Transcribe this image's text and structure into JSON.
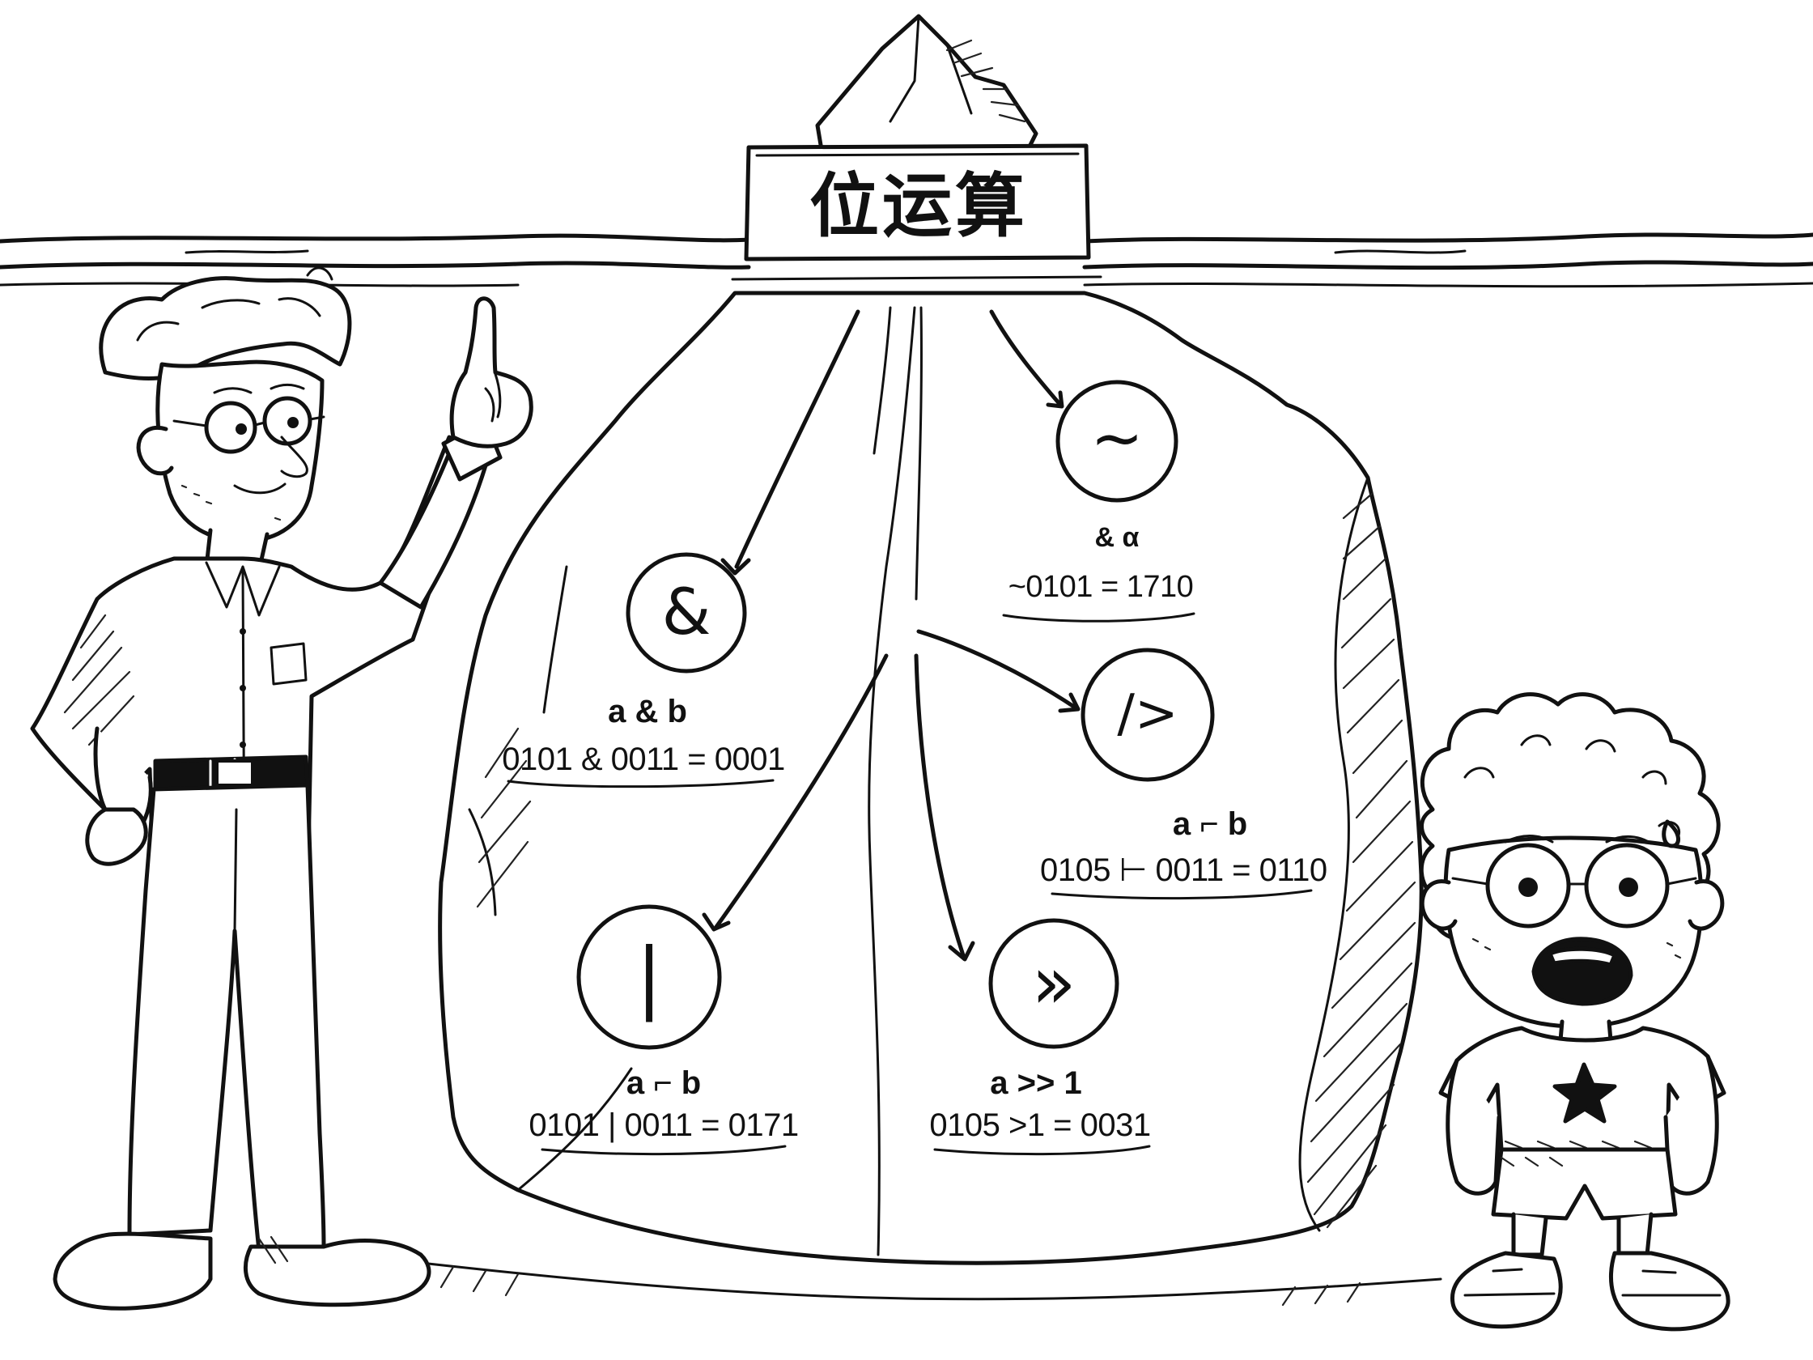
{
  "title": "位运算",
  "operators": [
    {
      "id": "and",
      "symbol": "&",
      "name": "a & b",
      "example": "0101 & 0011 = 0001"
    },
    {
      "id": "not",
      "symbol": "~",
      "name": "& α",
      "example": "~0101 = 1710"
    },
    {
      "id": "xor",
      "symbol": "/>",
      "name": "a ⌐ b",
      "example": "0105 ⊢ 0011 = 0110"
    },
    {
      "id": "or",
      "symbol": "|",
      "name": "a ⌐ b",
      "example": "0101 | 0011 = 0171"
    },
    {
      "id": "shift",
      "symbol": "»",
      "name": "a >> 1",
      "example": "0105 >1 = 0031"
    }
  ],
  "characters": [
    {
      "icon": "teacher-pointing-icon"
    },
    {
      "icon": "scared-kid-icon"
    }
  ],
  "colors": {
    "ink": "#111111",
    "paper": "#ffffff"
  }
}
